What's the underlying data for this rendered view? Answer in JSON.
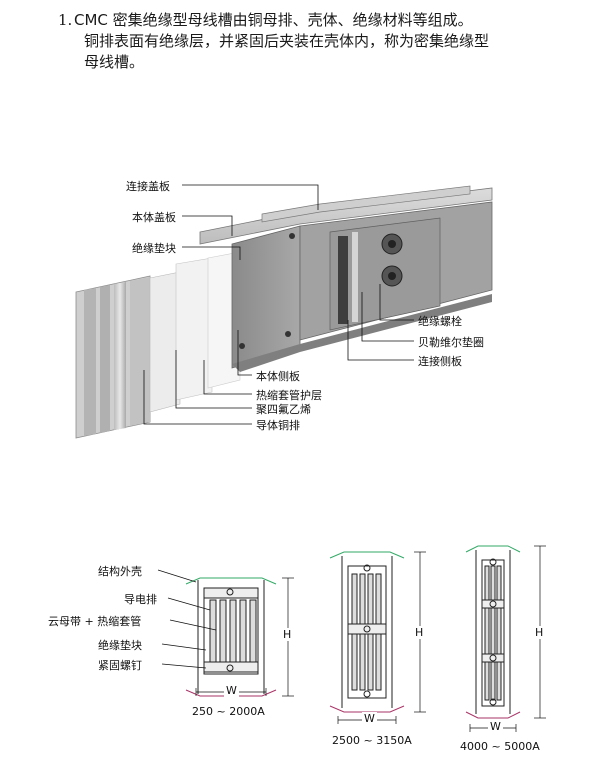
{
  "intro": {
    "number": "1.",
    "line1": "CMC 密集绝缘型母线槽由铜母排、壳体、绝缘材料等组成。",
    "line2": "铜排表面有绝缘层，并紧固后夹装在壳体内，称为密集绝缘型",
    "line3": "母线槽。"
  },
  "assembly_labels": {
    "connect_cover": "连接盖板",
    "body_cover": "本体盖板",
    "insulation_pad": "绝缘垫块",
    "insulation_bolt": "绝缘螺栓",
    "belleville_washer": "贝勒维尔垫圈",
    "connect_side": "连接侧板",
    "body_side": "本体侧板",
    "heat_shrink": "热缩套管护层",
    "ptfe": "聚四氟乙烯",
    "conductor": "导体铜排"
  },
  "section_labels": {
    "shell": "结构外壳",
    "busbar": "导电排",
    "mica": "云母带 + 热缩套管",
    "pad": "绝缘垫块",
    "screw": "紧固螺钉"
  },
  "dims": {
    "w": "W",
    "h": "H",
    "range1": "250 ~ 2000A",
    "range2": "2500 ~ 3150A",
    "range3": "4000 ~ 5000A"
  }
}
